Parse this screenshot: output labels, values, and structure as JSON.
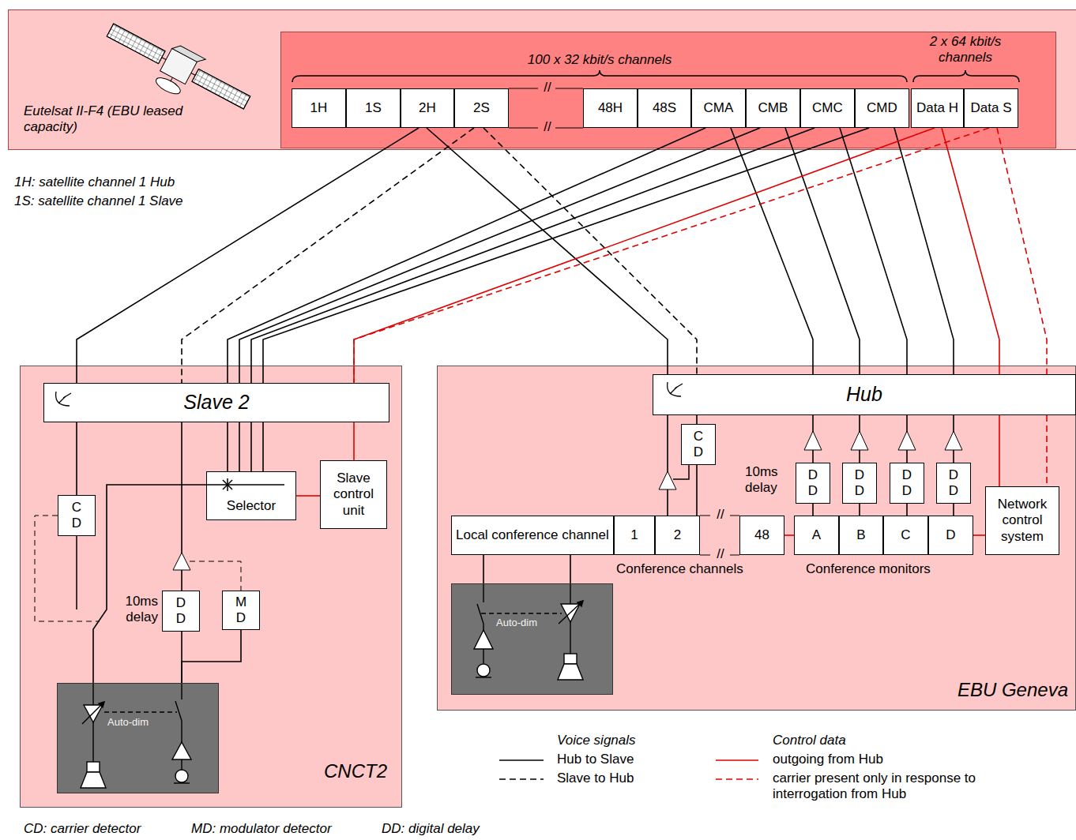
{
  "diagram": {
    "nodes": [
      {
        "text": [
          "Eutelsat II-F4 (EBU leased capacity)"
        ]
      },
      {
        "text": [
          "100 x 32 kbit/s channels",
          "2 x 64 kbit/s channels"
        ],
        "in": 0
      },
      {
        "text": [
          "1H"
        ],
        "in": 1
      },
      {
        "text": [
          "1S"
        ],
        "in": 1
      },
      {
        "text": [
          "2H"
        ],
        "in": 1
      },
      {
        "text": [
          "2S"
        ],
        "in": 1
      },
      {
        "text": [
          "48H"
        ],
        "in": 1
      },
      {
        "text": [
          "48S"
        ],
        "in": 1
      },
      {
        "text": [
          "CMA"
        ],
        "in": 1
      },
      {
        "text": [
          "CMB"
        ],
        "in": 1
      },
      {
        "text": [
          "CMC"
        ],
        "in": 1
      },
      {
        "text": [
          "CMD"
        ],
        "in": 1
      },
      {
        "text": [
          "Data H"
        ],
        "in": 1
      },
      {
        "text": [
          "Data S"
        ],
        "in": 1
      },
      {
        "text": [
          "CNCT2"
        ]
      },
      {
        "text": [
          "Slave 2"
        ],
        "in": 14
      },
      {
        "text": [
          "C D"
        ],
        "in": 14
      },
      {
        "text": [
          "Selector"
        ],
        "in": 14
      },
      {
        "text": [
          "Slave control unit"
        ],
        "in": 14
      },
      {
        "text": [
          "D D"
        ],
        "in": 14
      },
      {
        "text": [
          "M D"
        ],
        "in": 14
      },
      {
        "text": [
          "Auto-dim"
        ],
        "in": 14
      },
      {
        "text": [
          "EBU Geneva"
        ]
      },
      {
        "text": [
          "Hub"
        ],
        "in": 22
      },
      {
        "text": [
          "C D"
        ],
        "in": 22
      },
      {
        "text": [
          "D D"
        ],
        "in": 22
      },
      {
        "text": [
          "D D"
        ],
        "in": 22
      },
      {
        "text": [
          "D D"
        ],
        "in": 22
      },
      {
        "text": [
          "D D"
        ],
        "in": 22
      },
      {
        "text": [
          "Local conference channel"
        ],
        "in": 22
      },
      {
        "text": [
          "1"
        ],
        "in": 22
      },
      {
        "text": [
          "2"
        ],
        "in": 22
      },
      {
        "text": [
          "48"
        ],
        "in": 22
      },
      {
        "text": [
          "A"
        ],
        "in": 22
      },
      {
        "text": [
          "B"
        ],
        "in": 22
      },
      {
        "text": [
          "C"
        ],
        "in": 22
      },
      {
        "text": [
          "D"
        ],
        "in": 22
      },
      {
        "text": [
          "Network control system"
        ],
        "in": 22
      },
      {
        "text": [
          "Auto-dim"
        ],
        "in": 22
      }
    ],
    "edges": [
      {
        "from": 4,
        "to": 15,
        "arrow": "none"
      },
      {
        "from": 4,
        "to": 23,
        "arrow": "none"
      },
      {
        "from": 5,
        "to": 15,
        "arrow": "none"
      },
      {
        "from": 5,
        "to": 23,
        "arrow": "none"
      },
      {
        "from": 8,
        "to": 15,
        "arrow": "none"
      },
      {
        "from": 9,
        "to": 15,
        "arrow": "none"
      },
      {
        "from": 10,
        "to": 15,
        "arrow": "none"
      },
      {
        "from": 11,
        "to": 15,
        "arrow": "none"
      },
      {
        "from": 8,
        "to": 23,
        "arrow": "none"
      },
      {
        "from": 9,
        "to": 23,
        "arrow": "none"
      },
      {
        "from": 10,
        "to": 23,
        "arrow": "none"
      },
      {
        "from": 11,
        "to": 23,
        "arrow": "none"
      },
      {
        "from": 12,
        "to": 15,
        "arrow": "none"
      },
      {
        "from": 12,
        "to": 23,
        "arrow": "none"
      },
      {
        "from": 13,
        "to": 15,
        "arrow": "none"
      },
      {
        "from": 13,
        "to": 23,
        "arrow": "none"
      },
      {
        "from": 15,
        "to": 18,
        "arrow": "none"
      },
      {
        "from": 23,
        "to": 37,
        "arrow": "none"
      },
      {
        "from": 23,
        "to": 37,
        "arrow": "none"
      },
      {
        "from": 15,
        "to": 16,
        "arrow": "none"
      },
      {
        "from": 15,
        "to": 17,
        "arrow": "none"
      },
      {
        "from": 15,
        "to": 17,
        "arrow": "none"
      },
      {
        "from": 15,
        "to": 17,
        "arrow": "none"
      },
      {
        "from": 15,
        "to": 17,
        "arrow": "none"
      },
      {
        "from": 18,
        "to": 17,
        "arrow": "none"
      },
      {
        "from": 19,
        "to": 15,
        "arrow": "none"
      },
      {
        "from": 21,
        "to": 19,
        "arrow": "none"
      },
      {
        "from": 20,
        "to": 21,
        "arrow": "none"
      },
      {
        "from": 17,
        "to": 21,
        "arrow": "none"
      },
      {
        "from": 23,
        "to": 24,
        "arrow": "none"
      },
      {
        "from": 24,
        "to": 31,
        "arrow": "none"
      },
      {
        "from": 23,
        "to": 31,
        "arrow": "none"
      },
      {
        "from": 23,
        "to": 25,
        "arrow": "none"
      },
      {
        "from": 23,
        "to": 26,
        "arrow": "none"
      },
      {
        "from": 23,
        "to": 27,
        "arrow": "none"
      },
      {
        "from": 23,
        "to": 28,
        "arrow": "none"
      },
      {
        "from": 25,
        "to": 33,
        "arrow": "none"
      },
      {
        "from": 26,
        "to": 34,
        "arrow": "none"
      },
      {
        "from": 27,
        "to": 35,
        "arrow": "none"
      },
      {
        "from": 28,
        "to": 36,
        "arrow": "none"
      },
      {
        "from": 32,
        "to": 33,
        "arrow": "none"
      },
      {
        "from": 36,
        "to": 37,
        "arrow": "none"
      },
      {
        "from": 29,
        "to": 38,
        "arrow": "none"
      },
      {
        "from": 29,
        "to": 38,
        "arrow": "none"
      }
    ],
    "labels": [
      "1H: satellite channel 1 Hub",
      "1S: satellite channel 1 Slave",
      "//",
      "//",
      "10ms delay",
      "10ms delay",
      "//",
      "//",
      "Conference channels",
      "Conference monitors",
      "Voice signals",
      "Control data",
      "CD: carrier detector",
      "MD: modulator detector",
      "DD: digital delay"
    ],
    "legend": [
      {
        "text": "Hub to Slave"
      },
      {
        "text": "Slave to Hub"
      },
      {
        "text": "outgoing from Hub"
      },
      {
        "text": "carrier present only in response to interrogation from Hub"
      }
    ]
  }
}
